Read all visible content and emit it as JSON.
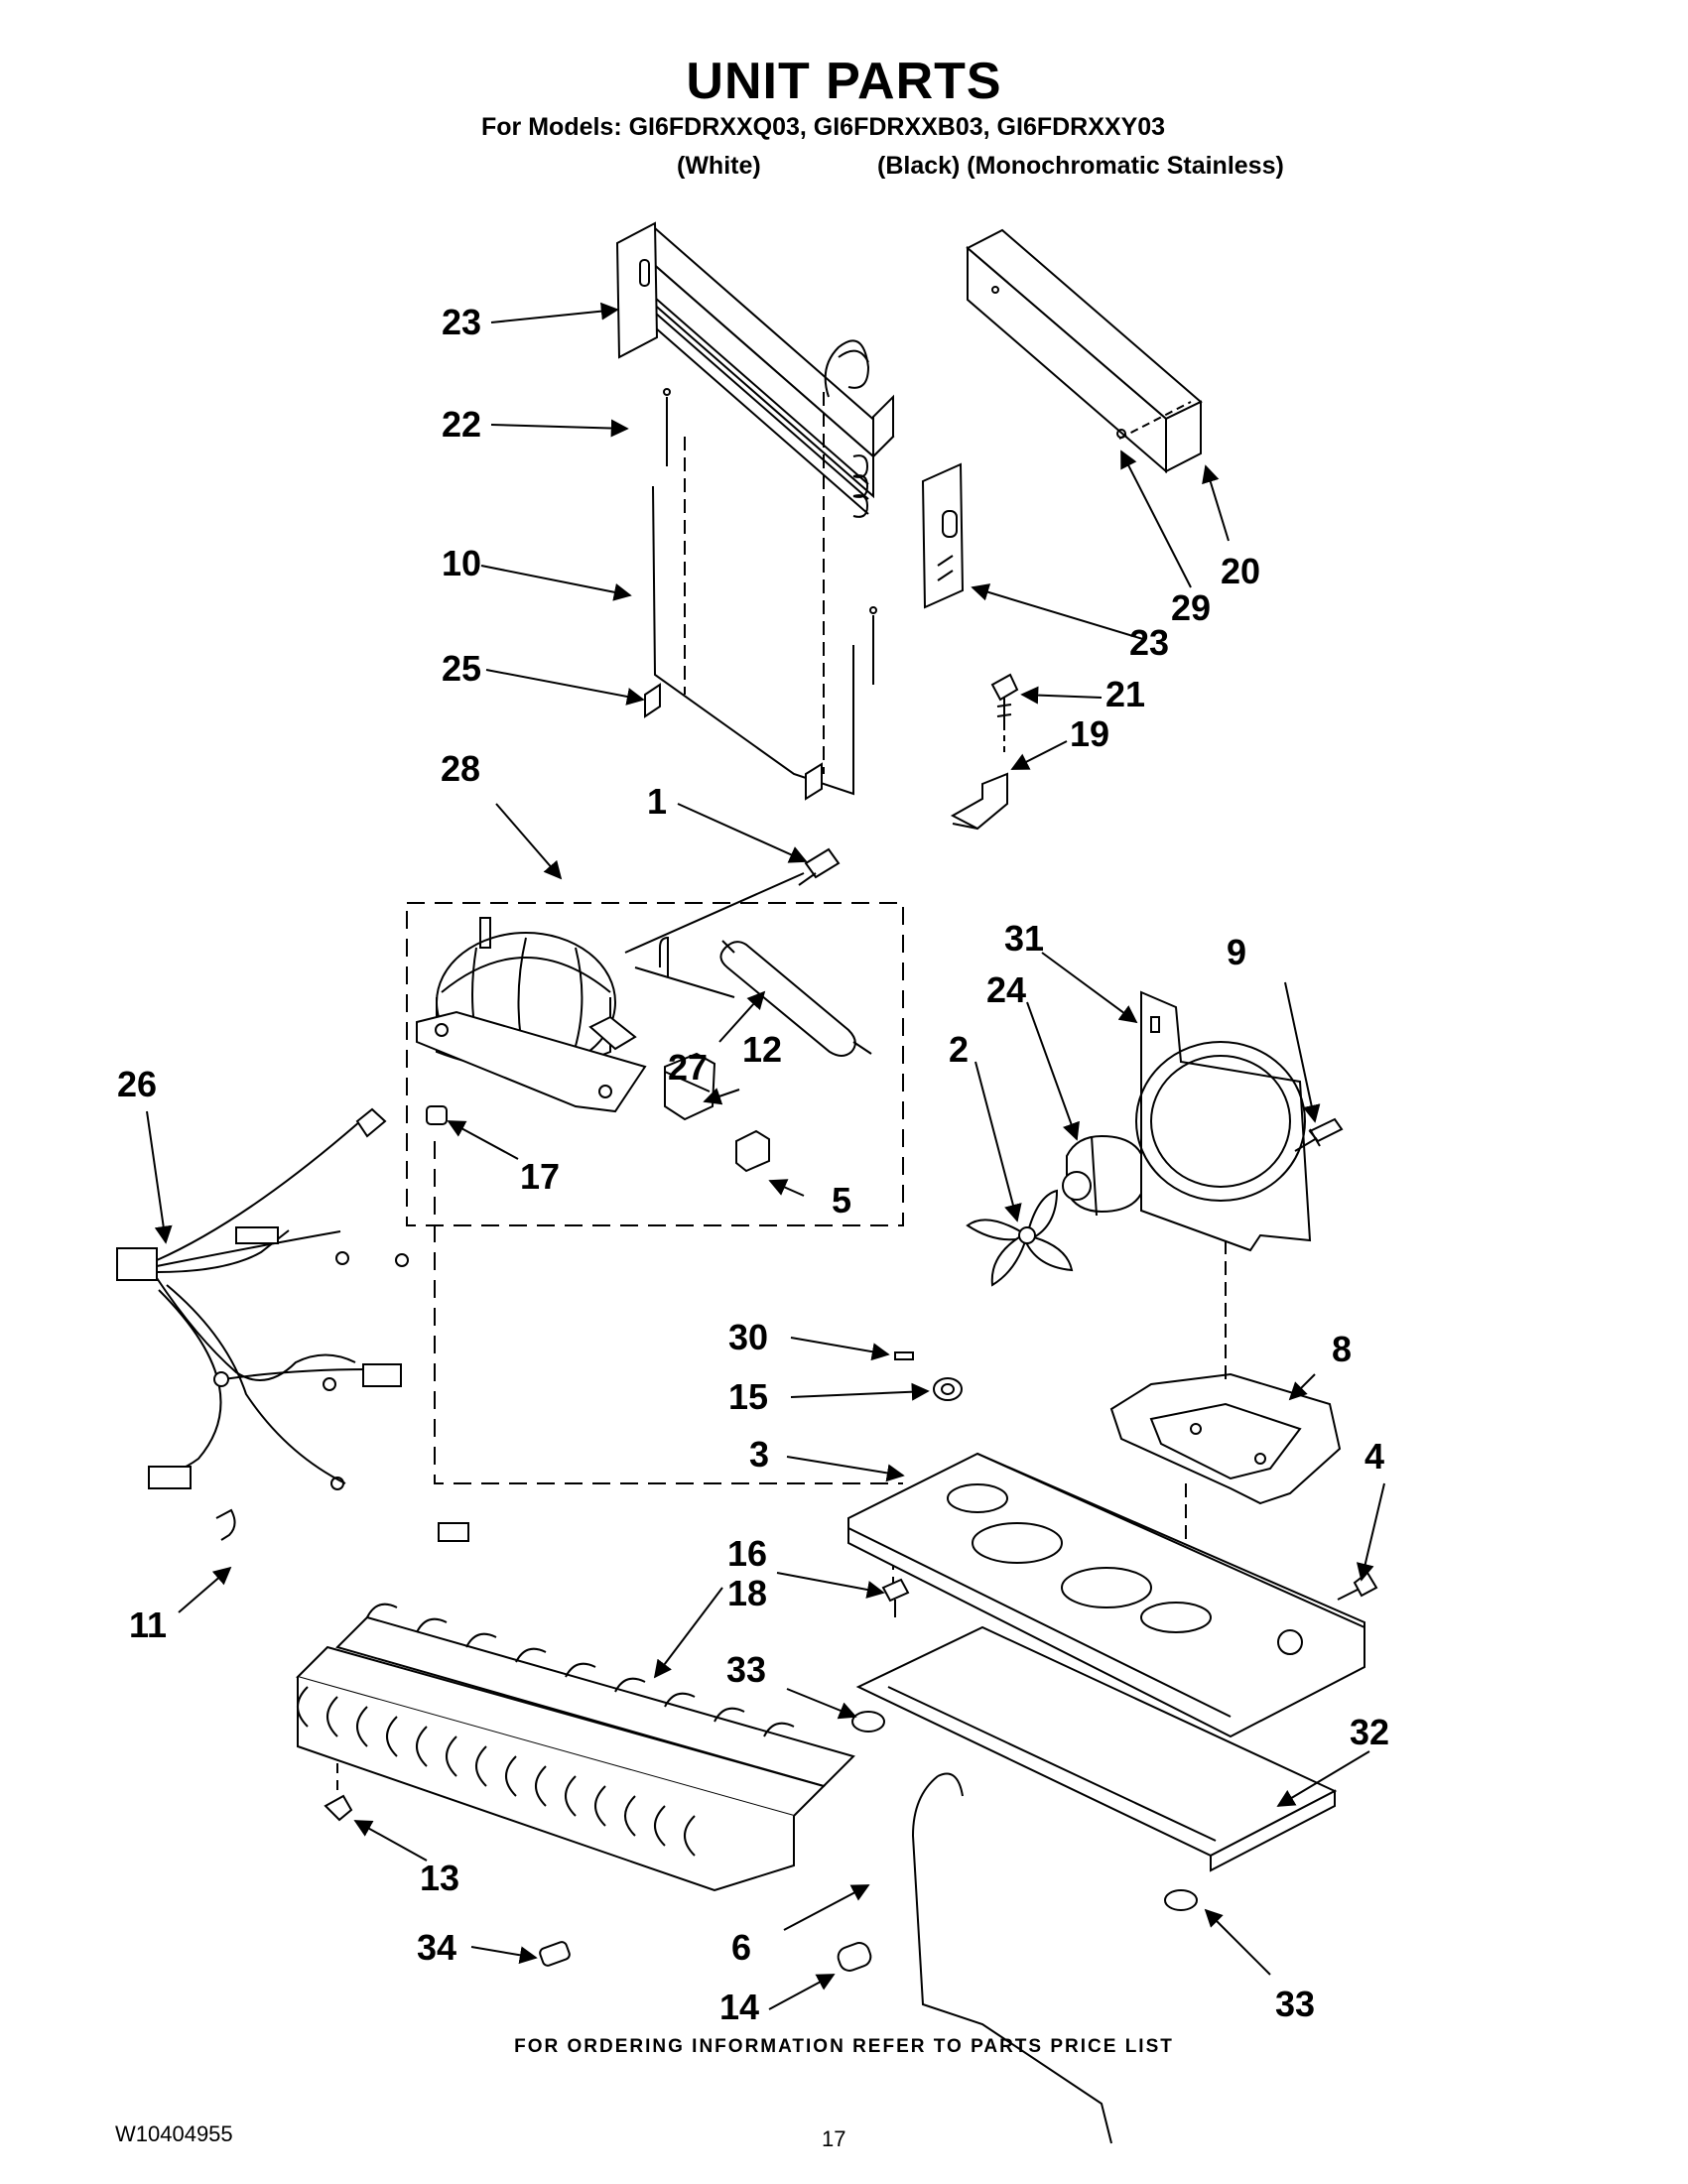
{
  "header": {
    "title": "UNIT PARTS",
    "models_line": "For Models: GI6FDRXXQ03, GI6FDRXXB03, GI6FDRXXY03",
    "color_white": "(White)",
    "color_black_stainless": "(Black) (Monochromatic Stainless)"
  },
  "callouts": {
    "c23a": "23",
    "c22": "22",
    "c10": "10",
    "c25": "25",
    "c28": "28",
    "c1": "1",
    "c20": "20",
    "c29": "29",
    "c23b": "23",
    "c21": "21",
    "c19": "19",
    "c31": "31",
    "c9": "9",
    "c24": "24",
    "c2": "2",
    "c27": "27",
    "c12": "12",
    "c17": "17",
    "c5": "5",
    "c26": "26",
    "c30": "30",
    "c15": "15",
    "c8": "8",
    "c3": "3",
    "c4": "4",
    "c16": "16",
    "c18": "18",
    "c11": "11",
    "c33a": "33",
    "c32": "32",
    "c13": "13",
    "c6": "6",
    "c34": "34",
    "c14": "14",
    "c33b": "33"
  },
  "footer": {
    "note": "FOR ORDERING INFORMATION REFER TO PARTS PRICE LIST",
    "doc_number": "W10404955",
    "page_number": "17"
  }
}
